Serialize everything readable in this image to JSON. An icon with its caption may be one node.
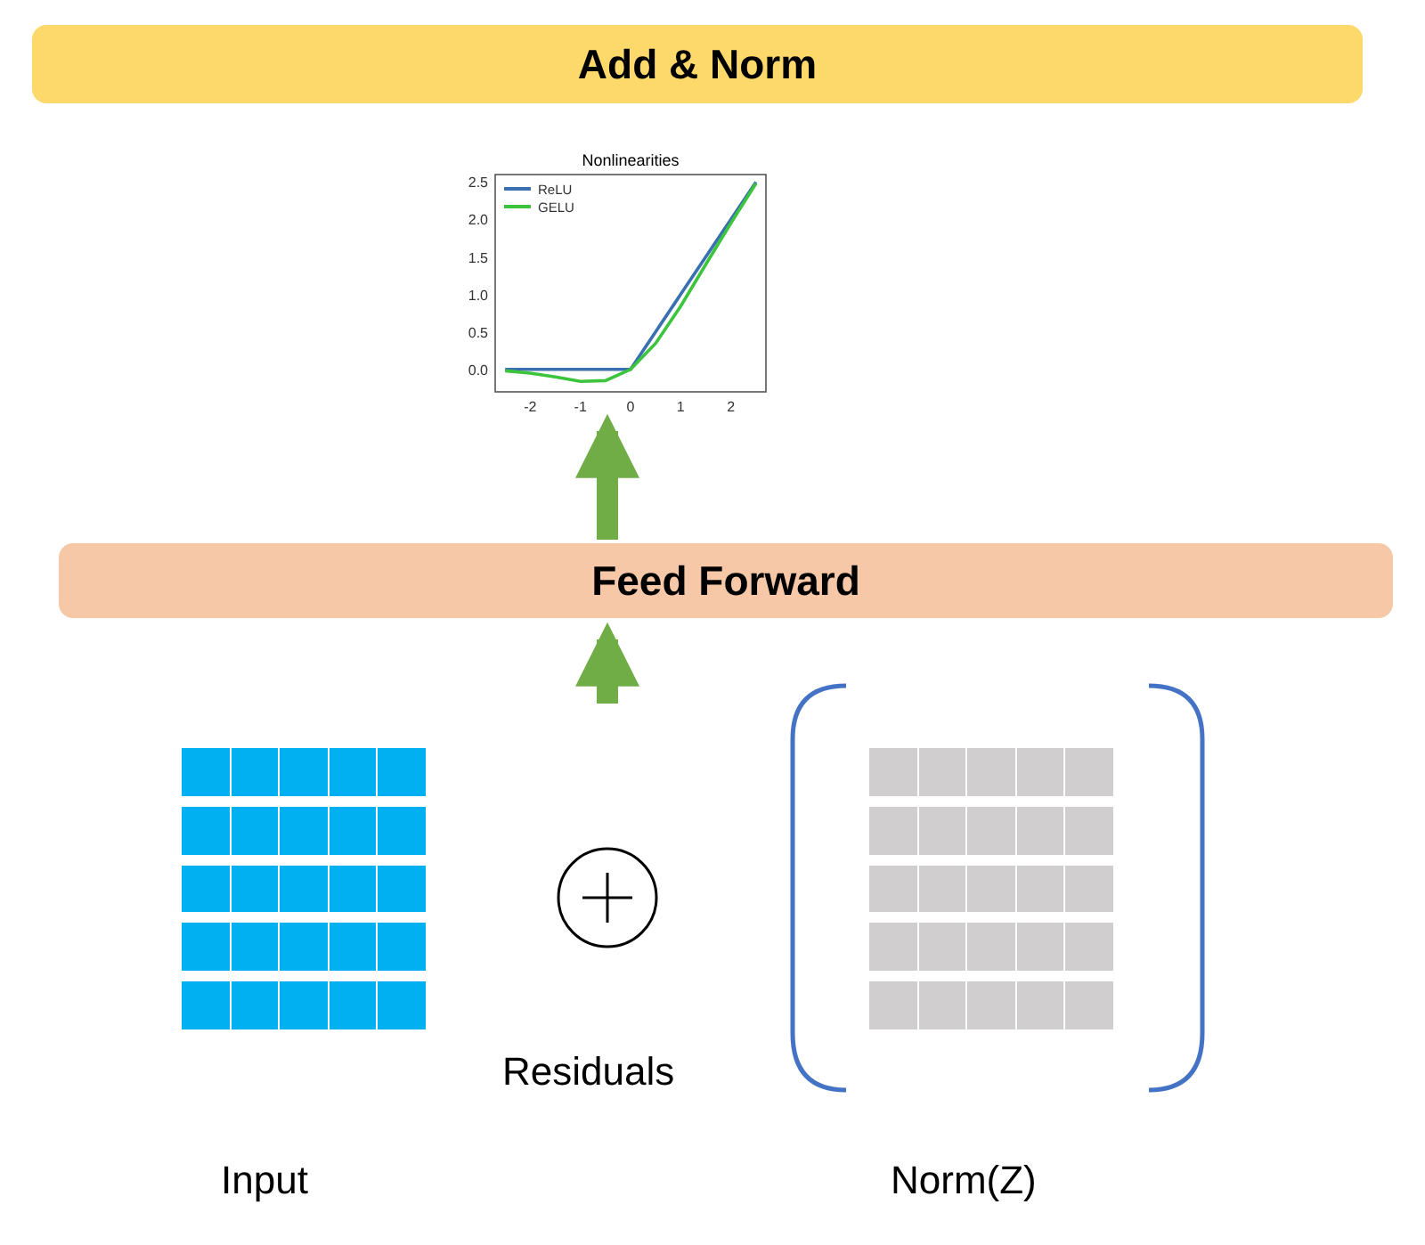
{
  "diagram": {
    "nodes": [
      {
        "text": [
          "Add & Norm"
        ]
      },
      {
        "text": [
          "Feed Forward"
        ]
      },
      {
        "text": [],
        "shape": "picture"
      },
      {
        "text": [],
        "shape": "grid",
        "beside": [
          "Input"
        ]
      },
      {
        "text": [],
        "shape": "circle",
        "beside": [
          "Residuals"
        ]
      },
      {
        "text": [],
        "shape": "grid",
        "beside": [
          "Norm(Z)"
        ]
      }
    ],
    "edges": [
      {
        "from": 1,
        "to": 2,
        "arrow": "to"
      },
      {
        "from": null,
        "to": 1,
        "arrow": "to"
      }
    ],
    "chart_data": {
      "type": "line",
      "title": "Nonlinearities",
      "x": [
        -2.5,
        -2,
        -1.5,
        -1,
        -0.5,
        0,
        0.5,
        1,
        1.5,
        2,
        2.5
      ],
      "series": [
        {
          "name": "ReLU",
          "color": "#3a6fb0",
          "values": [
            0,
            0,
            0,
            0,
            0,
            0,
            0.5,
            1,
            1.5,
            2,
            2.5
          ]
        },
        {
          "name": "GELU",
          "color": "#3cc43c",
          "values": [
            -0.02,
            -0.05,
            -0.1,
            -0.16,
            -0.15,
            0,
            0.35,
            0.84,
            1.4,
            1.95,
            2.48
          ]
        }
      ],
      "xlim": [
        -2.7,
        2.7
      ],
      "ylim": [
        -0.3,
        2.6
      ],
      "legend": "upper left",
      "xticks": [
        -2,
        -1,
        0,
        1,
        2
      ],
      "yticks": [
        {
          "value": 0,
          "label": "0.0"
        },
        {
          "value": 0.5,
          "label": "0.5"
        },
        {
          "value": 1,
          "label": "1.0"
        },
        {
          "value": 1.5,
          "label": "1.5"
        },
        {
          "value": 2,
          "label": "2.0"
        },
        {
          "value": 2.5,
          "label": "2.5"
        }
      ]
    }
  }
}
